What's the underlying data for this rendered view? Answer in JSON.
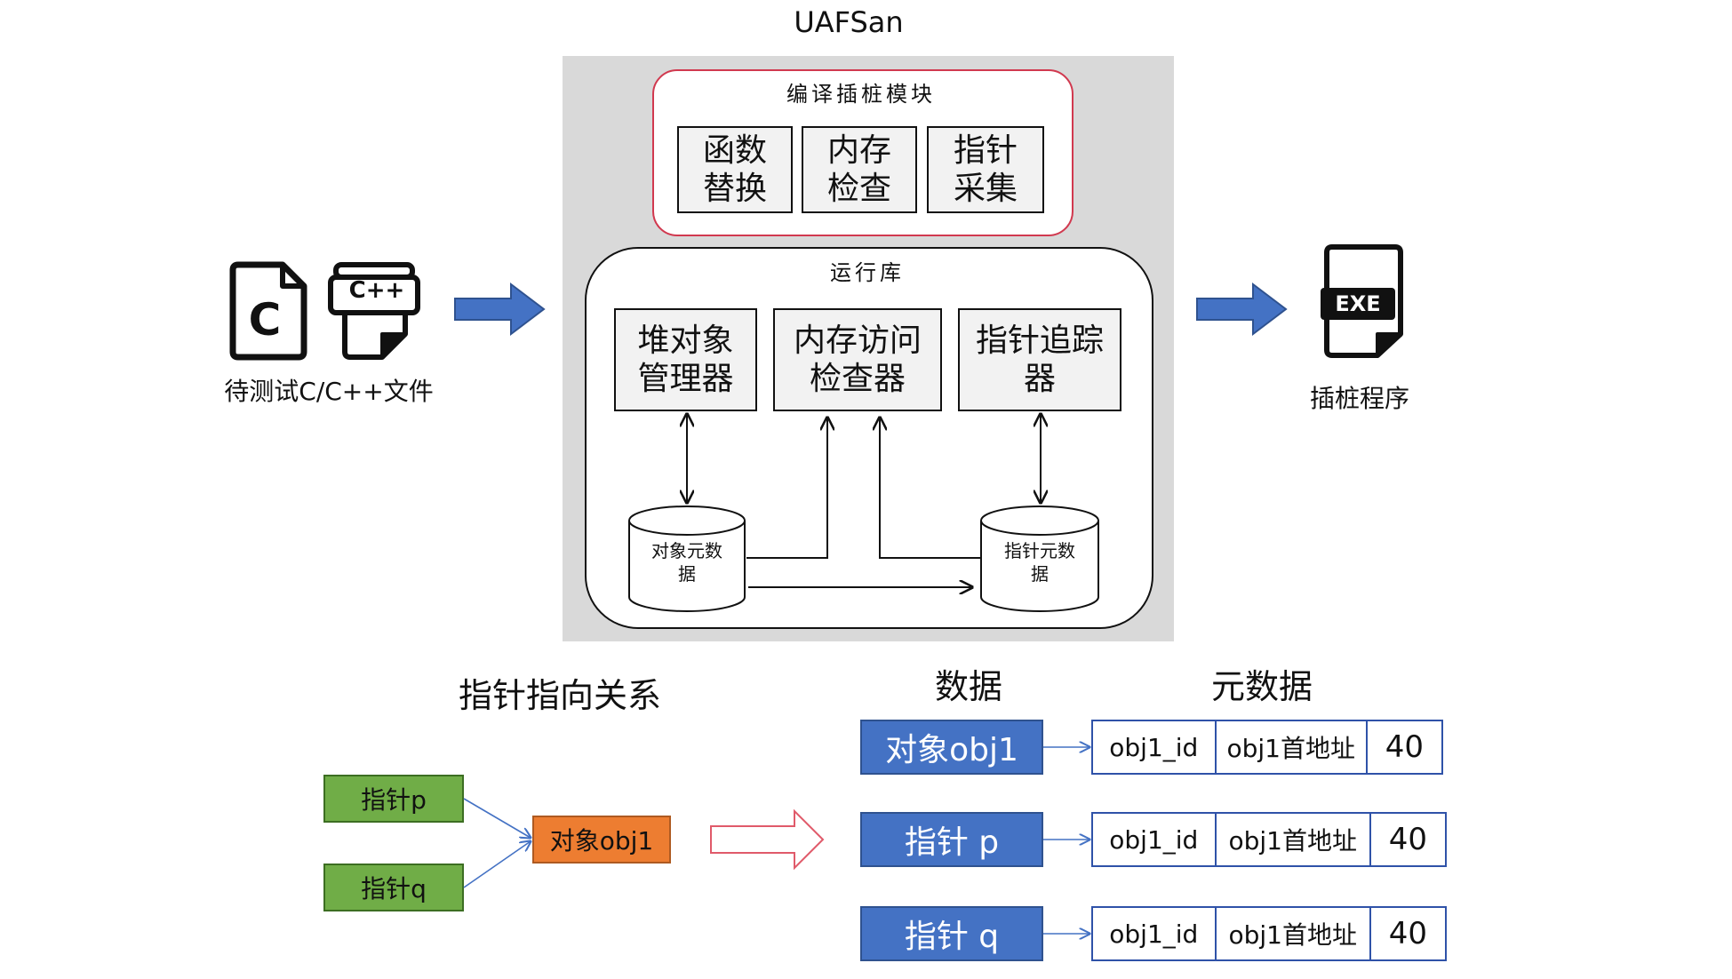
{
  "title": "UAFSan",
  "input": {
    "label": "待测试C/C++文件",
    "c_icon_text": "C",
    "cpp_icon_text": "C++"
  },
  "output": {
    "label": "插桩程序",
    "exe_icon_text": "EXE"
  },
  "compile_module": {
    "title": "编译插桩模块",
    "items": [
      {
        "line1": "函数",
        "line2": "替换"
      },
      {
        "line1": "内存",
        "line2": "检查"
      },
      {
        "line1": "指针",
        "line2": "采集"
      }
    ]
  },
  "runtime": {
    "title": "运行库",
    "components": [
      {
        "line1": "堆对象",
        "line2": "管理器"
      },
      {
        "line1": "内存访问",
        "line2": "检查器"
      },
      {
        "line1": "指针追踪",
        "line2": "器"
      }
    ],
    "stores": [
      {
        "line1": "对象元数",
        "line2": "据"
      },
      {
        "line1": "指针元数",
        "line2": "据"
      }
    ]
  },
  "relation": {
    "heading": "指针指向关系",
    "pointer_p": "指针p",
    "pointer_q": "指针q",
    "object": "对象obj1"
  },
  "table": {
    "data_heading": "数据",
    "meta_heading": "元数据",
    "rows": [
      {
        "data": "对象obj1",
        "id": "obj1_id",
        "addr": "obj1首地址",
        "size": "40"
      },
      {
        "data": "指针 p",
        "id": "obj1_id",
        "addr": "obj1首地址",
        "size": "40"
      },
      {
        "data": "指针 q",
        "id": "obj1_id",
        "addr": "obj1首地址",
        "size": "40"
      }
    ]
  },
  "colors": {
    "arrow_blue": "#4472c4",
    "module_border": "#d1394f",
    "pointer_green": "#70ad47",
    "object_orange": "#ed7d31",
    "hollow_arrow": "#e05a6a",
    "gray_panel": "#d9d9d9"
  }
}
